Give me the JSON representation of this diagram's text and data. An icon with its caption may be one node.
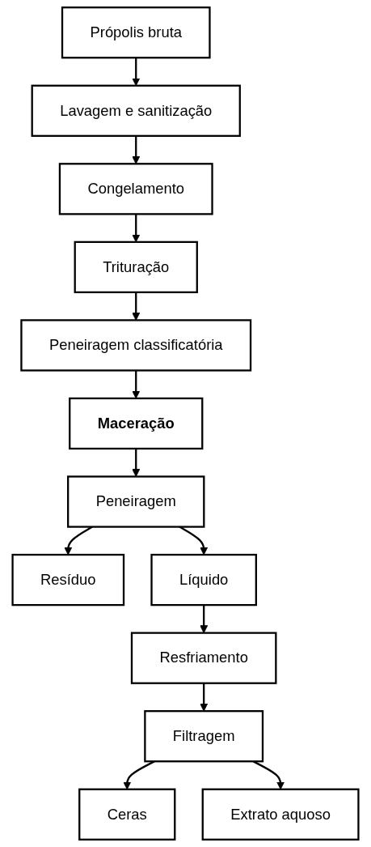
{
  "diagram": {
    "nodes": [
      {
        "text": [
          "Própolis bruta"
        ]
      },
      {
        "text": [
          "Lavagem e sanitização"
        ]
      },
      {
        "text": [
          "Congelamento"
        ]
      },
      {
        "text": [
          "Trituração"
        ]
      },
      {
        "text": [
          "Peneiragem classificatória"
        ]
      },
      {
        "text": [
          "Maceração"
        ]
      },
      {
        "text": [
          "Peneiragem"
        ]
      },
      {
        "text": [
          "Resíduo"
        ]
      },
      {
        "text": [
          "Líquido"
        ]
      },
      {
        "text": [
          "Resfriamento"
        ]
      },
      {
        "text": [
          "Filtragem"
        ]
      },
      {
        "text": [
          "Ceras"
        ]
      },
      {
        "text": [
          "Extrato aquoso"
        ]
      }
    ],
    "edges": [
      {
        "from": 0,
        "to": 1,
        "arrow": "to"
      },
      {
        "from": 1,
        "to": 2,
        "arrow": "to"
      },
      {
        "from": 2,
        "to": 3,
        "arrow": "to"
      },
      {
        "from": 3,
        "to": 4,
        "arrow": "to"
      },
      {
        "from": 4,
        "to": 5,
        "arrow": "to"
      },
      {
        "from": 5,
        "to": 6,
        "arrow": "to"
      },
      {
        "from": 6,
        "to": 7,
        "arrow": "to"
      },
      {
        "from": 6,
        "to": 8,
        "arrow": "to"
      },
      {
        "from": 8,
        "to": 9,
        "arrow": "to"
      },
      {
        "from": 9,
        "to": 10,
        "arrow": "to"
      },
      {
        "from": 10,
        "to": 11,
        "arrow": "to"
      },
      {
        "from": 10,
        "to": 12,
        "arrow": "to"
      }
    ]
  }
}
